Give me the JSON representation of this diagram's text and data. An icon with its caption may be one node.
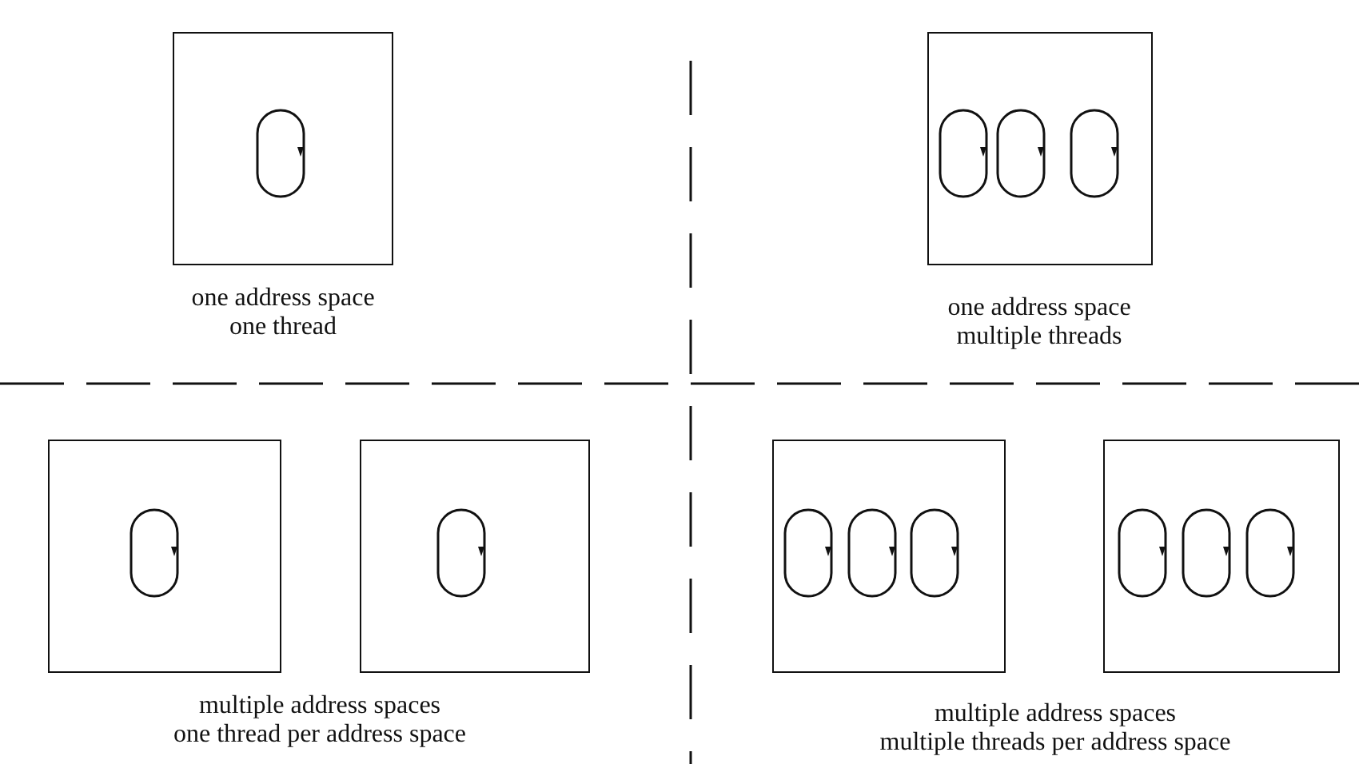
{
  "diagram": {
    "nodes": [
      {
        "text": [],
        "shape": "box"
      },
      {
        "text": [],
        "shape": "loop",
        "in": 0
      },
      {
        "text": [],
        "shape": "box"
      },
      {
        "text": [],
        "shape": "loop",
        "in": 2
      },
      {
        "text": [],
        "shape": "loop",
        "in": 2
      },
      {
        "text": [],
        "shape": "loop",
        "in": 2
      },
      {
        "text": [],
        "shape": "box"
      },
      {
        "text": [],
        "shape": "loop",
        "in": 6
      },
      {
        "text": [],
        "shape": "box"
      },
      {
        "text": [],
        "shape": "loop",
        "in": 8
      },
      {
        "text": [],
        "shape": "box"
      },
      {
        "text": [],
        "shape": "loop",
        "in": 10
      },
      {
        "text": [],
        "shape": "loop",
        "in": 10
      },
      {
        "text": [],
        "shape": "loop",
        "in": 10
      },
      {
        "text": [],
        "shape": "box"
      },
      {
        "text": [],
        "shape": "loop",
        "in": 14
      },
      {
        "text": [],
        "shape": "loop",
        "in": 14
      },
      {
        "text": [],
        "shape": "loop",
        "in": 14
      }
    ],
    "labels": [
      "one address space",
      "one thread",
      "one address space",
      "multiple threads",
      "multiple address spaces",
      "one thread per address space",
      "multiple address spaces",
      "multiple threads per address space"
    ]
  }
}
